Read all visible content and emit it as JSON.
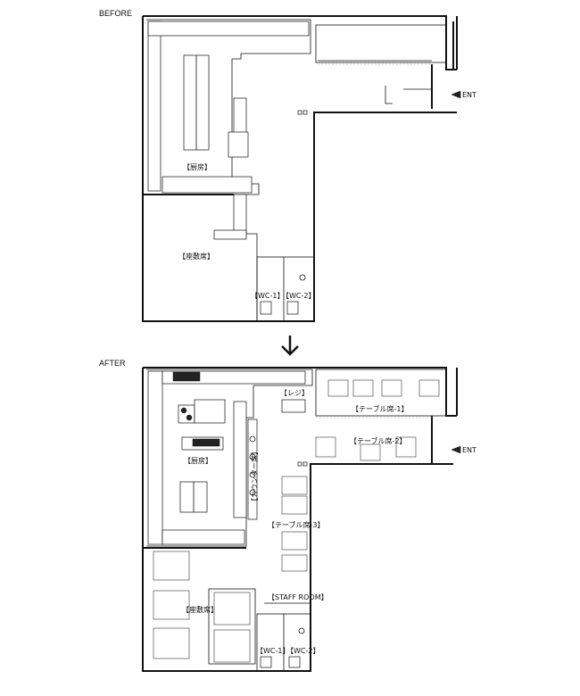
{
  "captions": {
    "before": "BEFORE",
    "after": "AFTER"
  },
  "arrow_icon": "down-arrow-icon",
  "before": {
    "kitchen": "【厨房】",
    "zashiki": "【座敷席】",
    "wc1": "【WC-1】",
    "wc2": "【WC-2】",
    "ent": "ENT"
  },
  "after": {
    "reji": "【レジ】",
    "table1": "【テーブル席-1】",
    "table2": "【テーブル席-2】",
    "table3": "【テーブル席-3】",
    "kitchen": "【厨房】",
    "counter": "【カウンター席】",
    "zashiki": "【座敷席】",
    "staff": "【STAFF ROOM】",
    "wc1": "【WC-1】",
    "wc2": "【WC-2】",
    "ent": "ENT"
  }
}
